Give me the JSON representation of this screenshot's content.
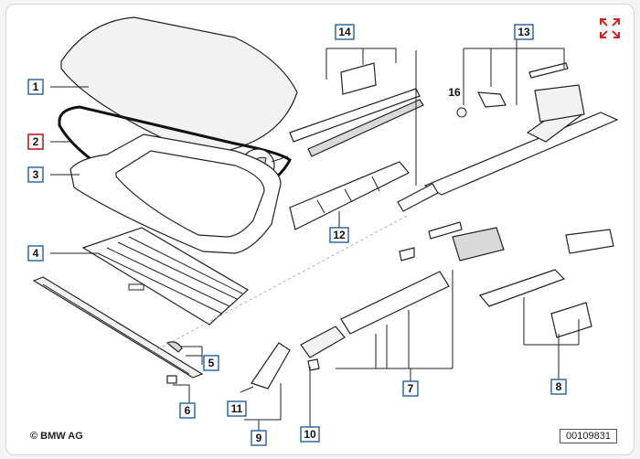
{
  "diagram": {
    "callouts": {
      "c1": "1",
      "c2": "2",
      "c3": "3",
      "c4": "4",
      "c5": "5",
      "c6": "6",
      "c7": "7",
      "c8": "8",
      "c9": "9",
      "c10": "10",
      "c11": "11",
      "c12": "12",
      "c13": "13",
      "c14": "14",
      "c16": "16"
    },
    "copyright": "© BMW AG",
    "document_number": "00109831"
  },
  "colors": {
    "callout_border": "#1f5f9f",
    "highlight_border": "#c61a1a",
    "line": "#222222",
    "expand_icon": "#d0231f"
  },
  "icons": {
    "expand": "expand-icon"
  }
}
